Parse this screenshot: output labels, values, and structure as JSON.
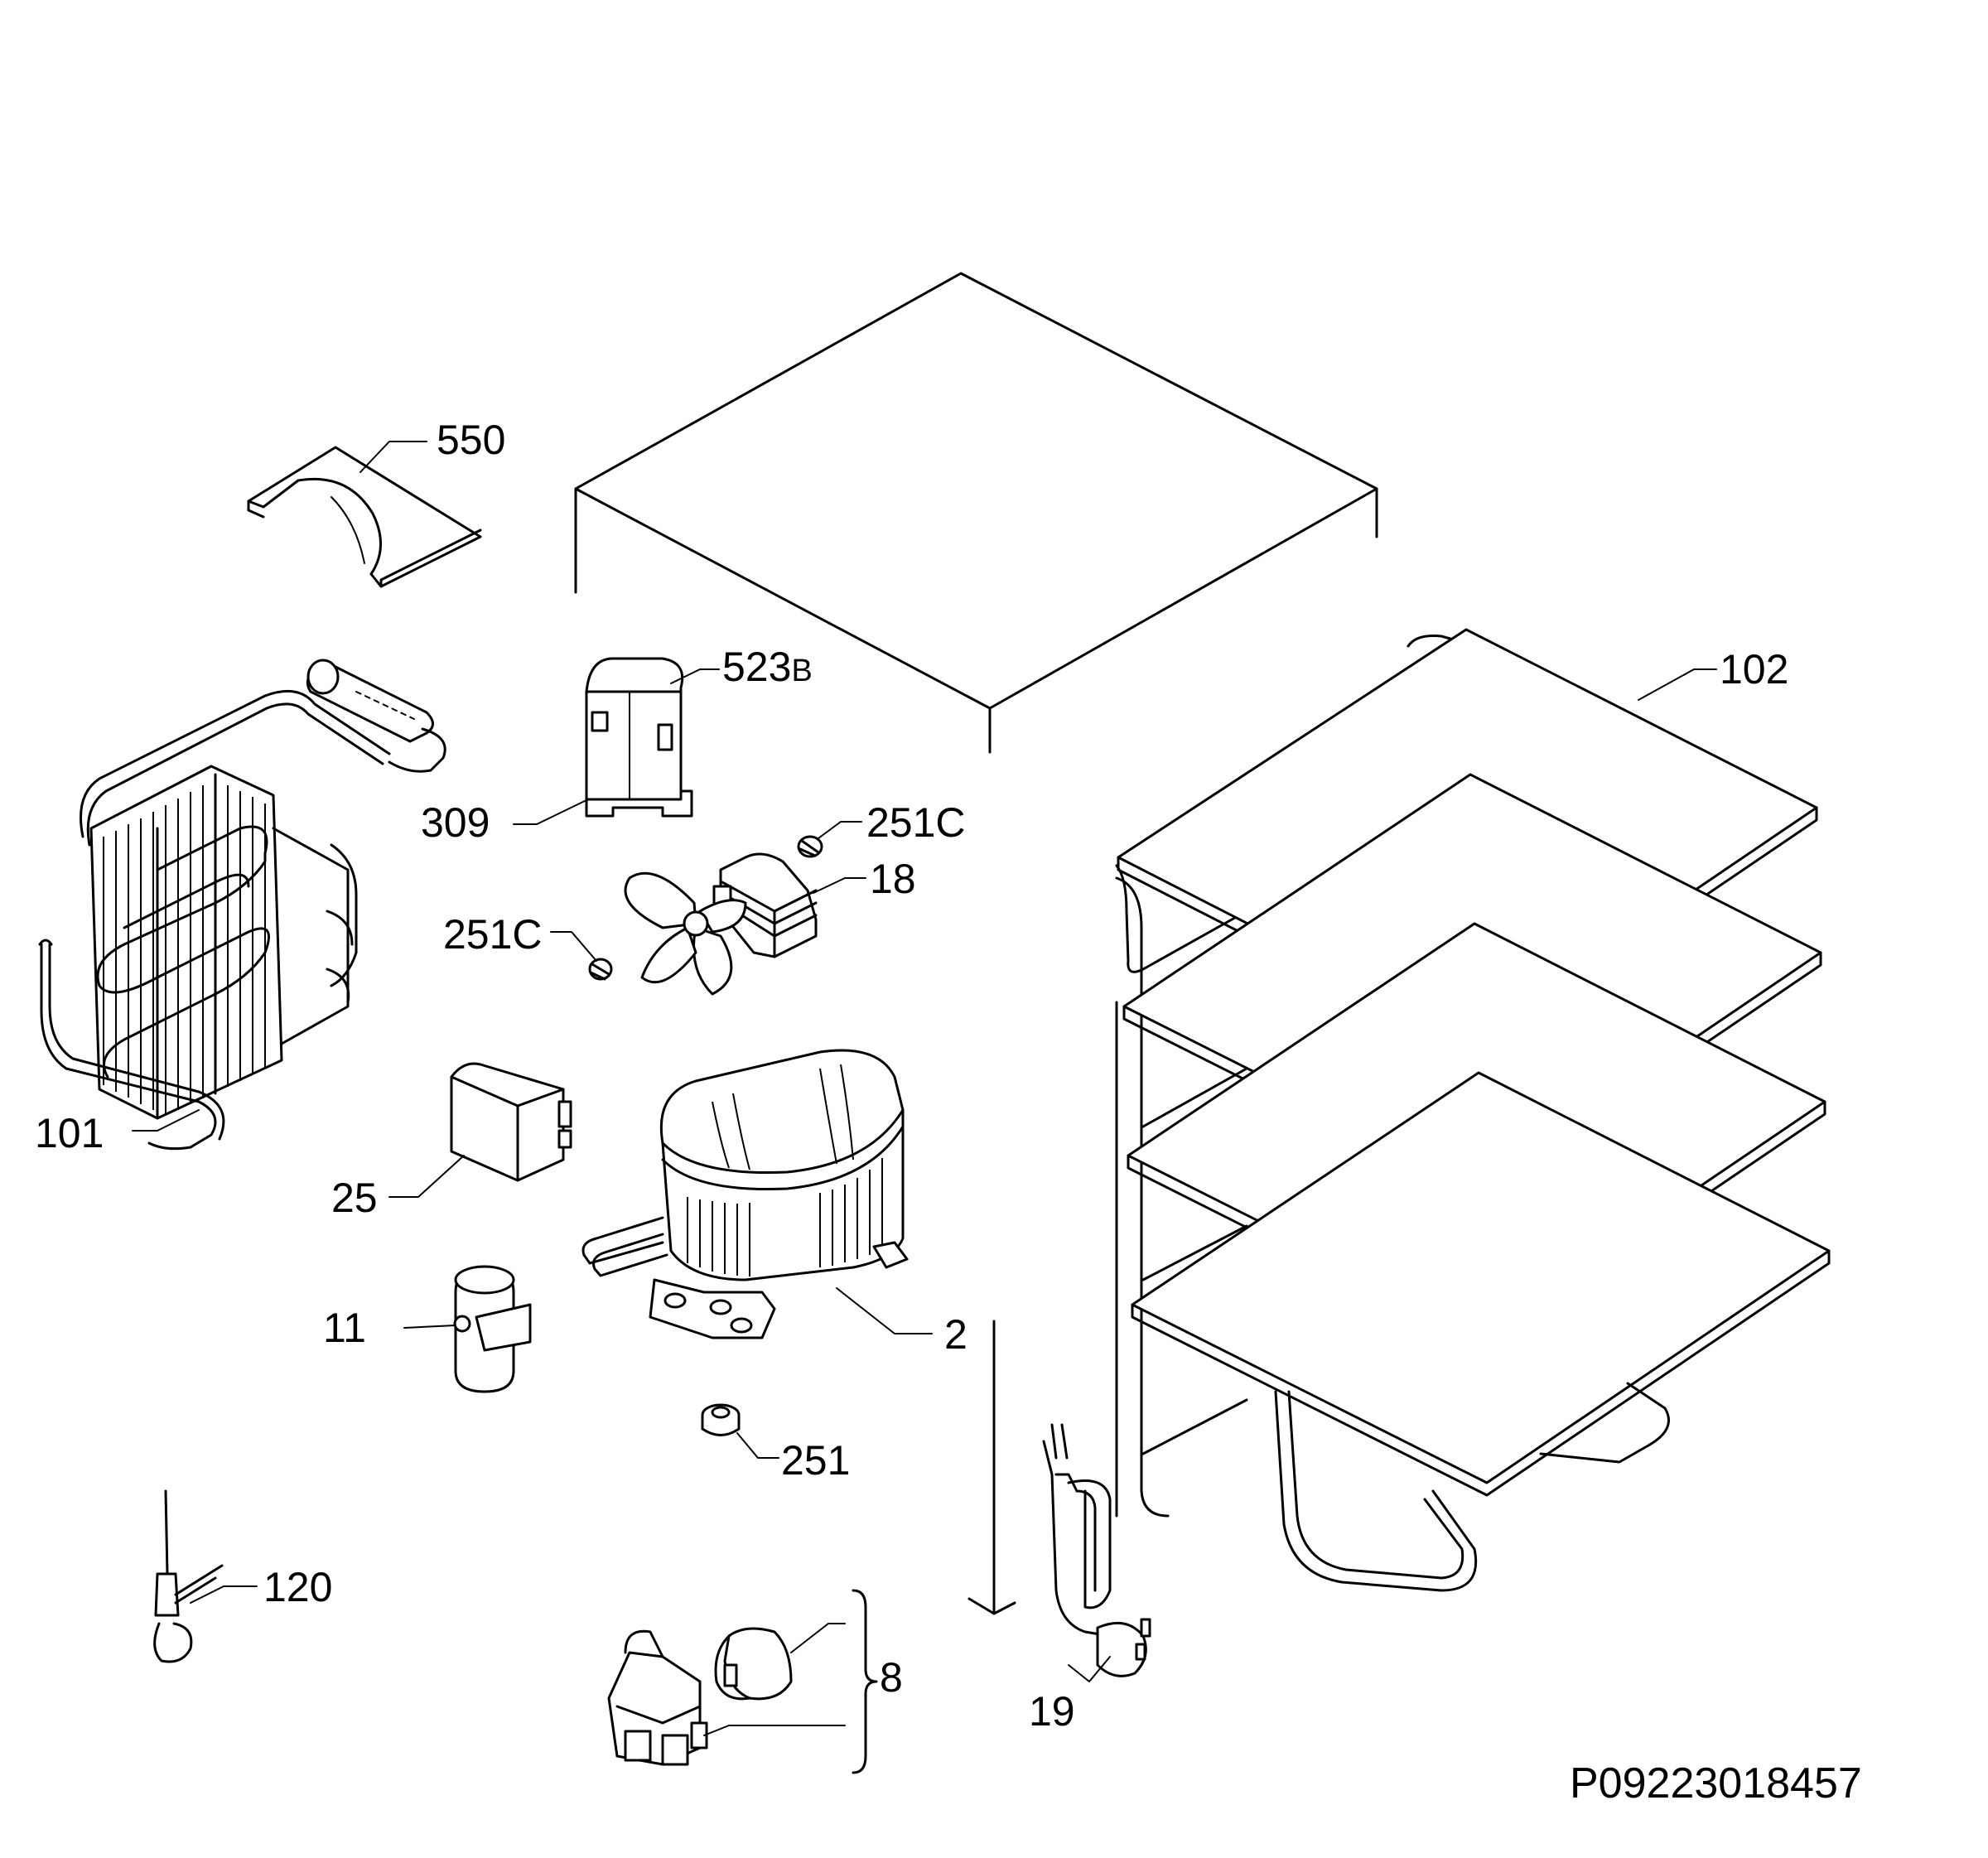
{
  "diagram": {
    "labels": {
      "p550": "550",
      "p523": "523",
      "p523_suffix": "B",
      "p309": "309",
      "p102": "102",
      "p251c_top": "251C",
      "p18": "18",
      "p251c_left": "251C",
      "p101": "101",
      "p25": "25",
      "p11": "11",
      "p2": "2",
      "p251": "251",
      "p120": "120",
      "p8": "8",
      "p19": "19"
    },
    "drawing_code": "P09223018457"
  }
}
